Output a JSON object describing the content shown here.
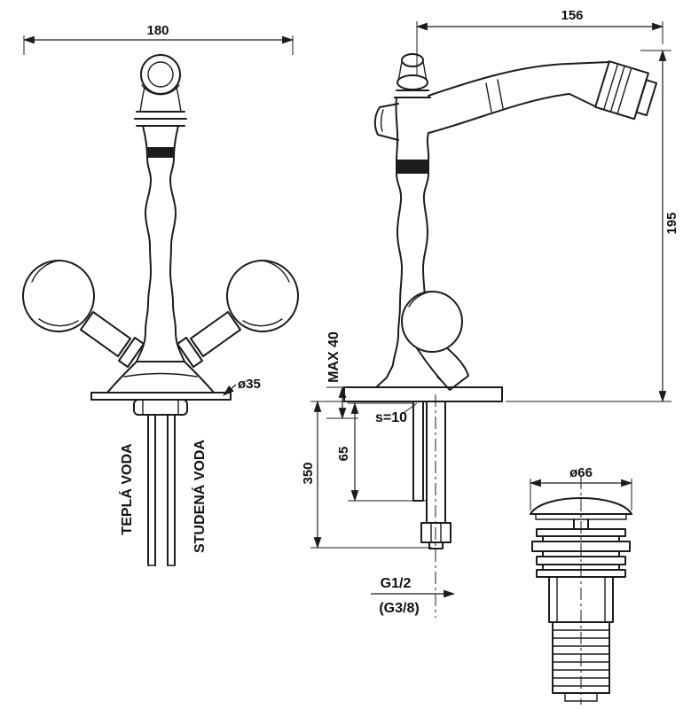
{
  "title": "Bidet mixer tap technical drawing",
  "front_view": {
    "width_dim": "180",
    "base_dia": "ø35",
    "hot_label": "TEPLÁ VODA",
    "cold_label": "STUDENÁ VODA"
  },
  "side_view": {
    "reach_dim": "156",
    "height_dim": "195",
    "max_dim": "MAX 40",
    "plate_dim": "s=10",
    "shank_dim": "65",
    "hose_dim": "350",
    "thread_primary": "G1/2",
    "thread_secondary": "(G3/8)"
  },
  "drain_view": {
    "dia_dim": "ø66"
  }
}
